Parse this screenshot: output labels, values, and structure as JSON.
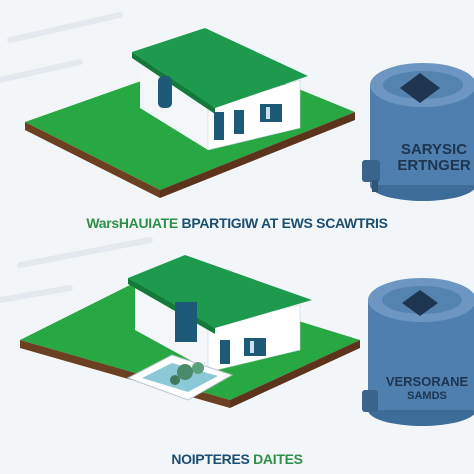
{
  "top_caption": {
    "part1": "Wars",
    "part2": "HAUIATE",
    "part3": "BPARTIGIW",
    "part4": "AT",
    "part5": "EWS SCAWTRIS"
  },
  "tank_top": {
    "line1": "SARYSIC",
    "line2": "ERTNGER"
  },
  "tank_bottom": {
    "line1": "VERSORANE",
    "line2": "SAMDS"
  },
  "bottom_caption": {
    "part1": "NOIPTERES",
    "part2": "DAITES"
  },
  "colors": {
    "grass": "#28a843",
    "roof": "#1e9a4e",
    "wall": "#f4f7f9",
    "window": "#1d5a78",
    "tank": "#4f7fae",
    "soil": "#7a4a2a"
  }
}
